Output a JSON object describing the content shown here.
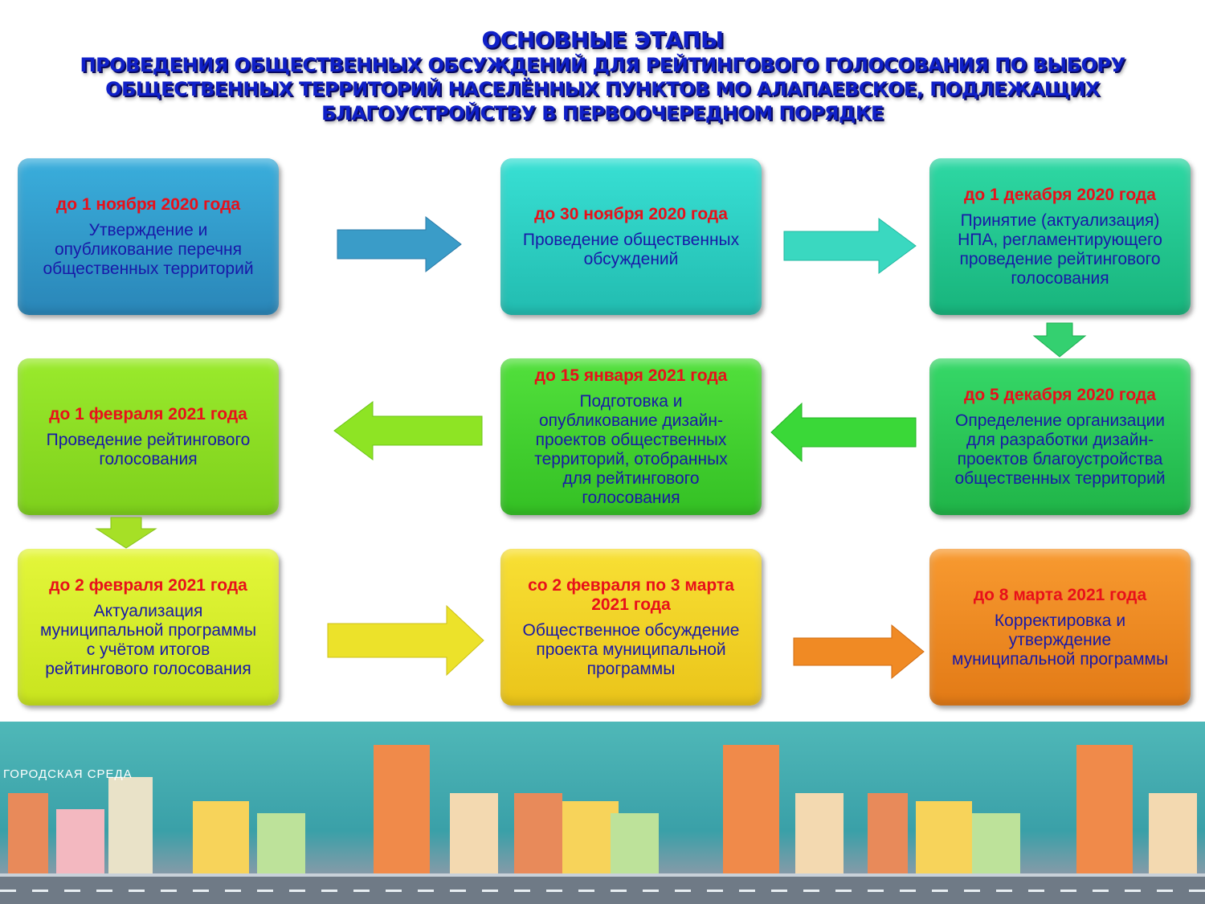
{
  "title": {
    "line1": "ОСНОВНЫЕ ЭТАПЫ",
    "line2": "ПРОВЕДЕНИЯ ОБЩЕСТВЕННЫХ ОБСУЖДЕНИЙ ДЛЯ РЕЙТИНГОВОГО ГОЛОСОВАНИЯ ПО ВЫБОРУ",
    "line3": "ОБЩЕСТВЕННЫХ ТЕРРИТОРИЙ НАСЕЛЁННЫХ ПУНКТОВ МО АЛАПАЕВСКОЕ, ПОДЛЕЖАЩИХ",
    "line4": "БЛАГОУСТРОЙСТВУ В ПЕРВООЧЕРЕДНОМ ПОРЯДКЕ"
  },
  "stages": [
    {
      "date": "до 1 ноября 2020 года",
      "text": "Утверждение и\nопубликование перечня\nобщественных территорий",
      "color": "#2f95c8"
    },
    {
      "date": "до 30 ноября 2020 года",
      "text": "Проведение общественных\nобсуждений",
      "color": "#2ed6c8"
    },
    {
      "date": "до 1 декабря 2020 года",
      "text": "Принятие (актуализация)\nНПА, регламентирующего\nпроведение рейтингового\nголосования",
      "color": "#22c894"
    },
    {
      "date": "до 5 декабря 2020 года",
      "text": "Определение организации\nдля разработки дизайн-\nпроектов благоустройства\nобщественных территорий",
      "color": "#2ec858"
    },
    {
      "date": "до 15 января 2021 года",
      "text": "Подготовка и\nопубликование дизайн-\nпроектов общественных\nтерриторий, отобранных\nдля рейтингового\nголосования",
      "color": "#44d432"
    },
    {
      "date": "до 1 февраля 2021 года",
      "text": "Проведение рейтингового\nголосования",
      "color": "#8ee024"
    },
    {
      "date": "до 2 февраля 2021 года",
      "text": "Актуализация\nмуниципальной программы\nс учётом итогов\nрейтингового голосования",
      "color": "#d8f02a"
    },
    {
      "date": "со 2 февраля по 3 марта\n2021 года",
      "text": "Общественное обсуждение\nпроекта  муниципальной\nпрограммы",
      "color": "#f2d424"
    },
    {
      "date": "до 8 марта 2021 года",
      "text": "Корректировка и\nутверждение\nмуниципальной программы",
      "color": "#f08a22"
    }
  ],
  "logo": {
    "text": "ГОРОДСКАЯ СРЕДА"
  }
}
